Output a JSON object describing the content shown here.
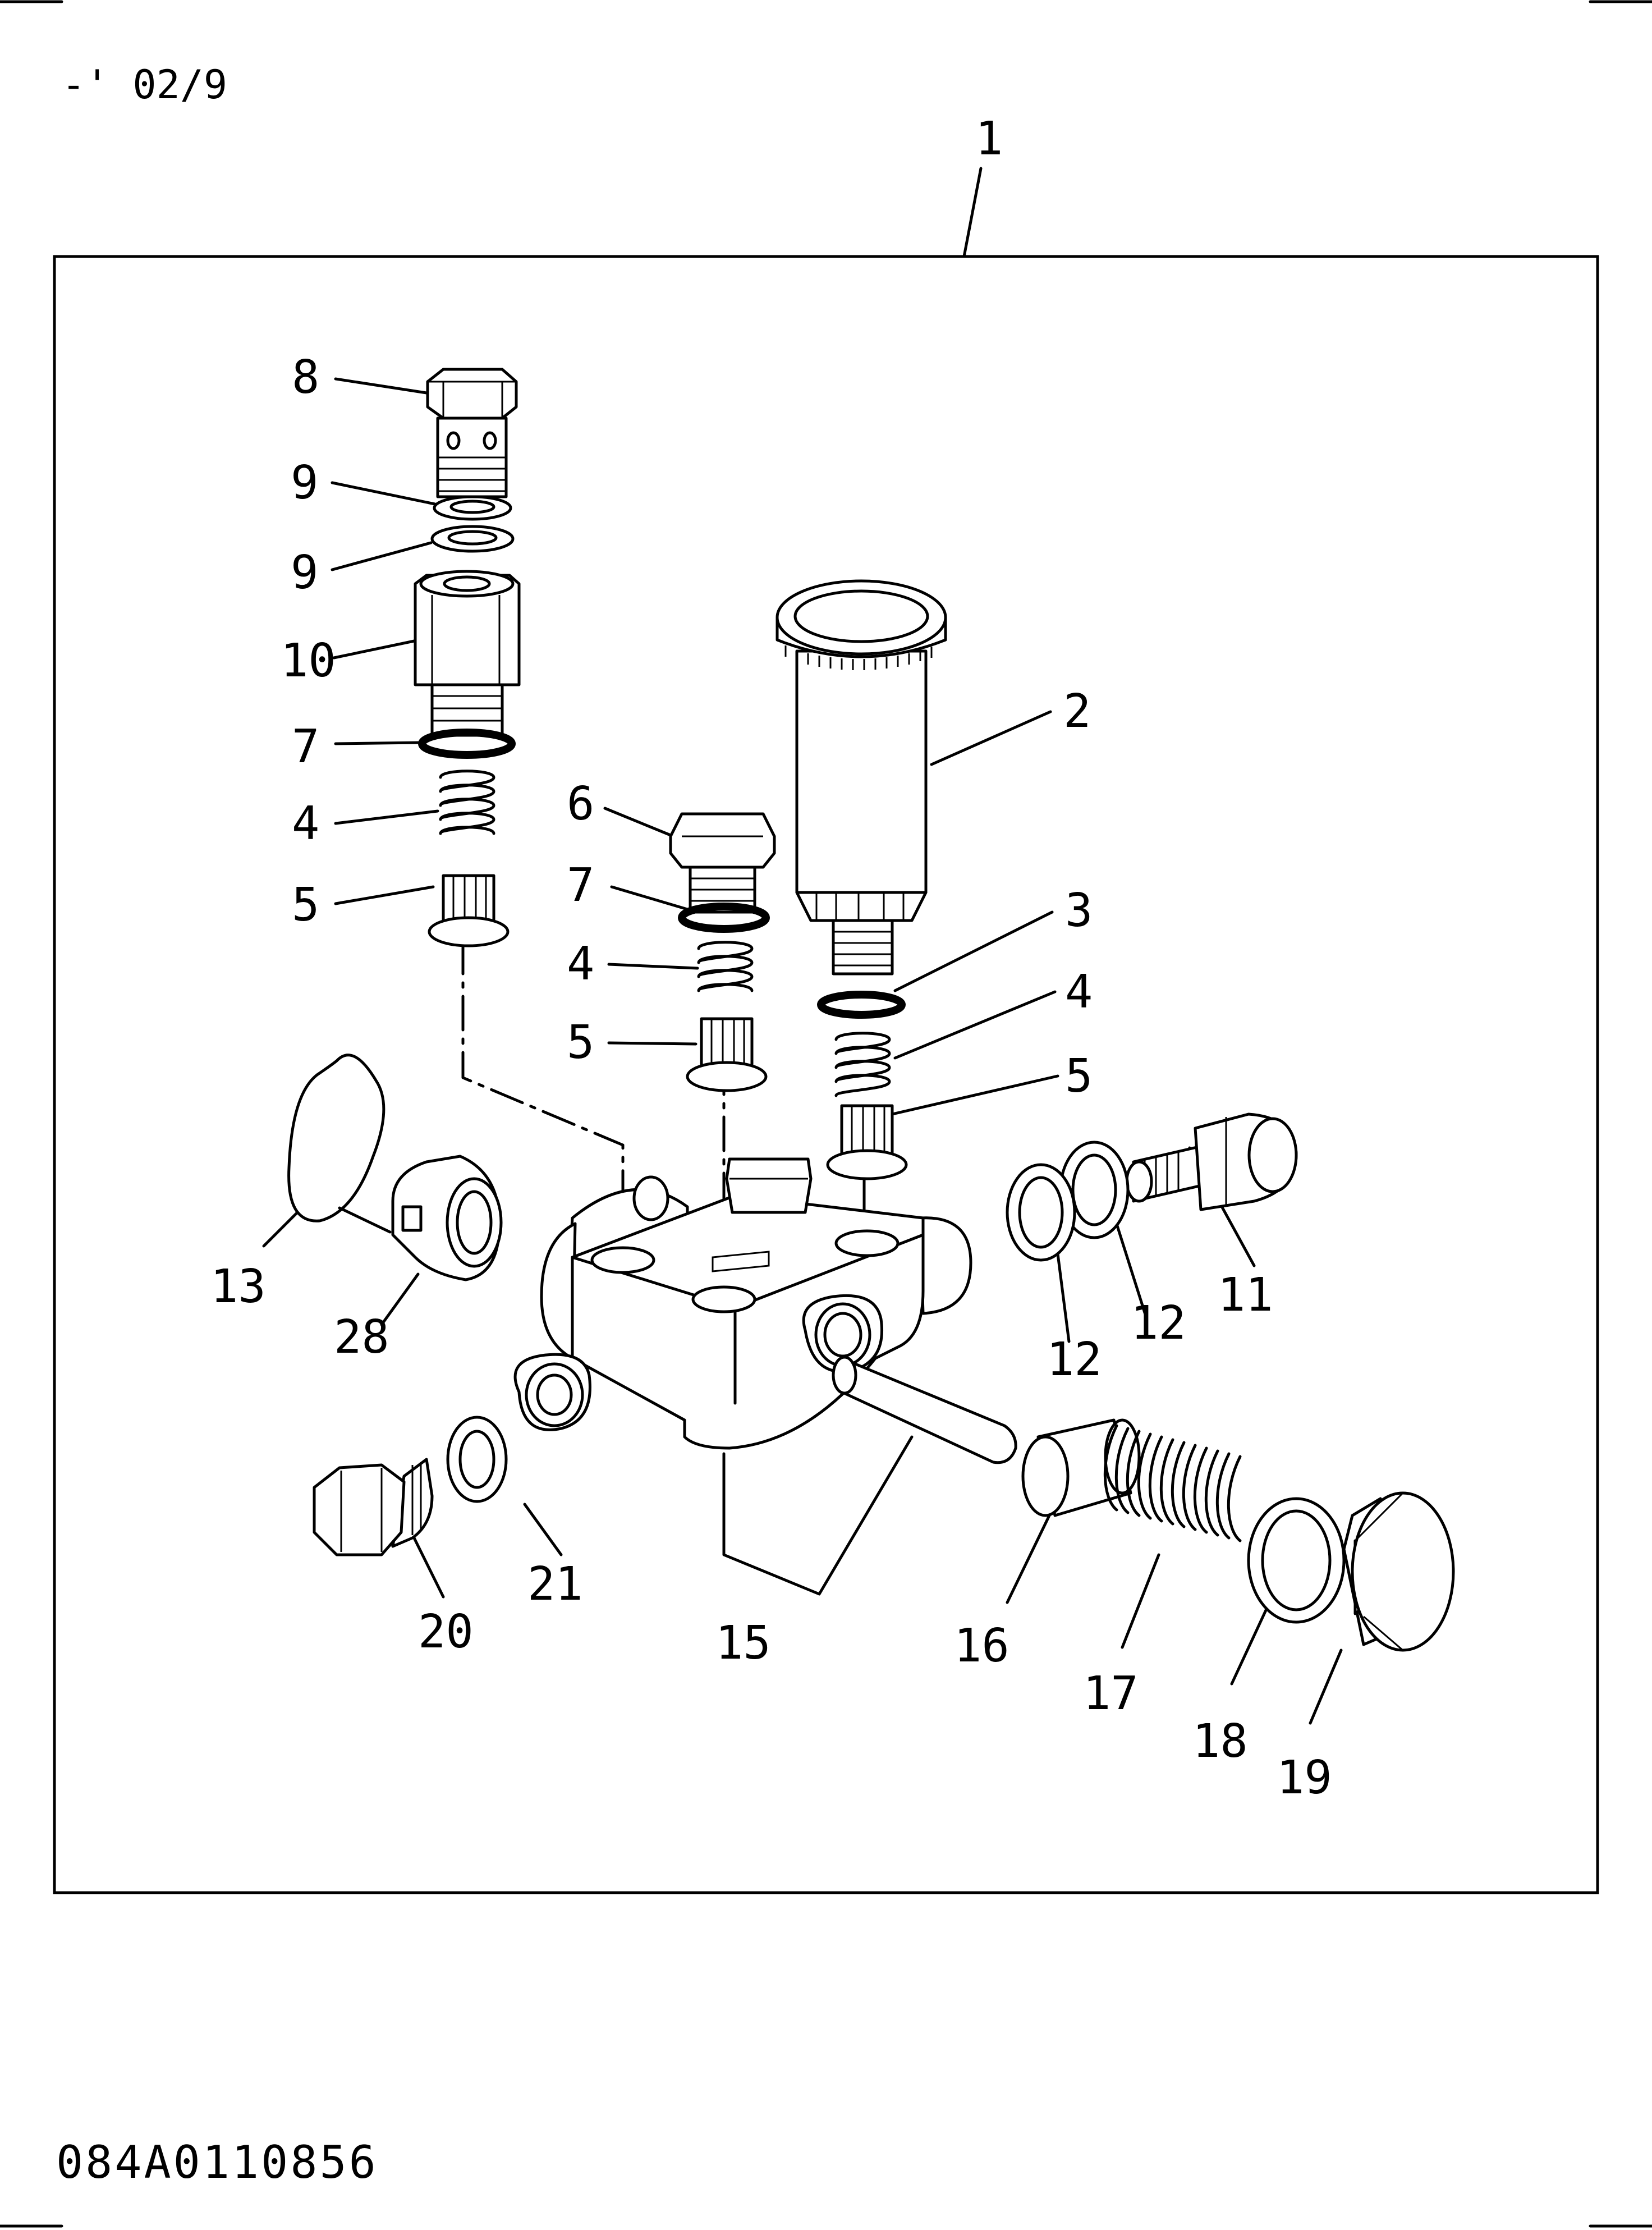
{
  "header": {
    "revision": "-' 02/9"
  },
  "footer": {
    "drawing_number": "084A0110856"
  },
  "callouts": {
    "c1": "1",
    "c2": "2",
    "c3": "3",
    "c4a": "4",
    "c4b": "4",
    "c4c": "4",
    "c5a": "5",
    "c5b": "5",
    "c5c": "5",
    "c6": "6",
    "c7a": "7",
    "c7b": "7",
    "c8": "8",
    "c9a": "9",
    "c9b": "9",
    "c10": "10",
    "c11": "11",
    "c12a": "12",
    "c12b": "12",
    "c13": "13",
    "c15": "15",
    "c16": "16",
    "c17": "17",
    "c18": "18",
    "c19": "19",
    "c20": "20",
    "c21": "21",
    "c28": "28"
  }
}
